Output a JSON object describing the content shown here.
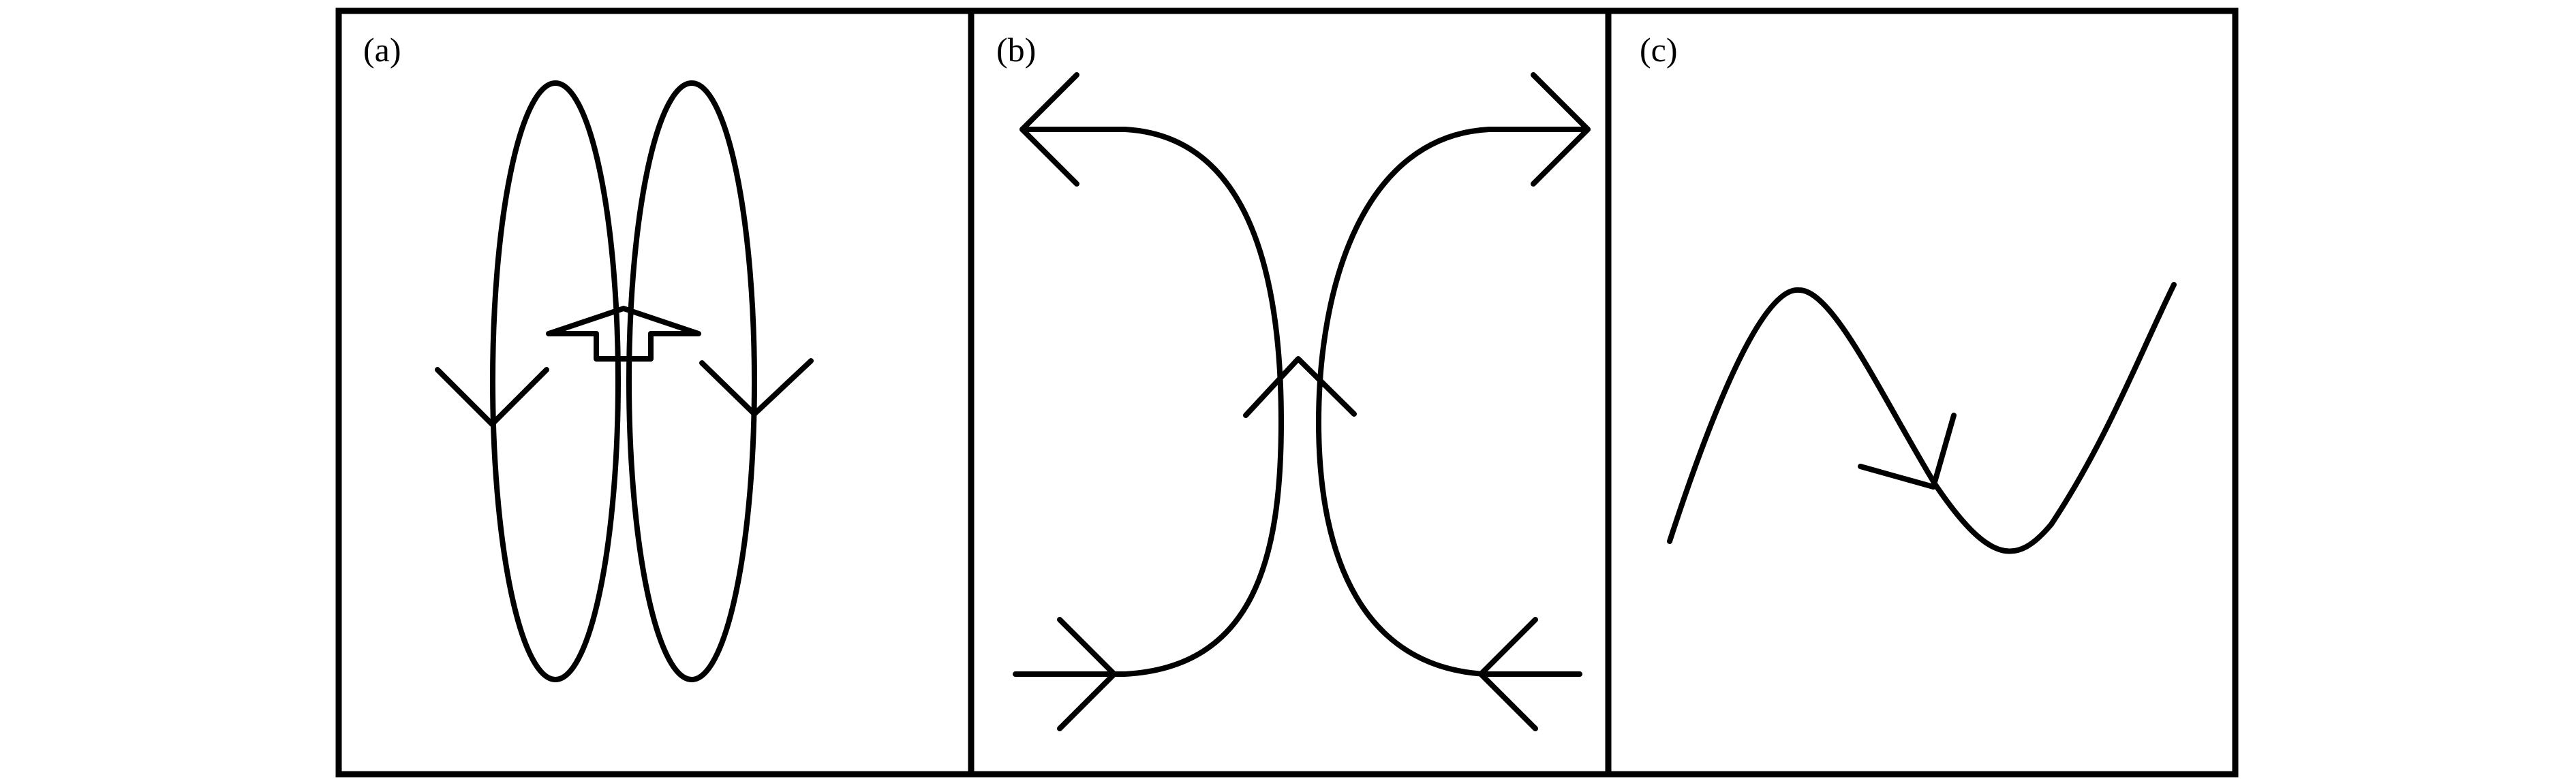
{
  "figure": {
    "panels": [
      {
        "label": "(a)"
      },
      {
        "label": "(b)"
      },
      {
        "label": "(c)"
      }
    ],
    "line_color": "#000000",
    "background_color": "#ffffff"
  }
}
